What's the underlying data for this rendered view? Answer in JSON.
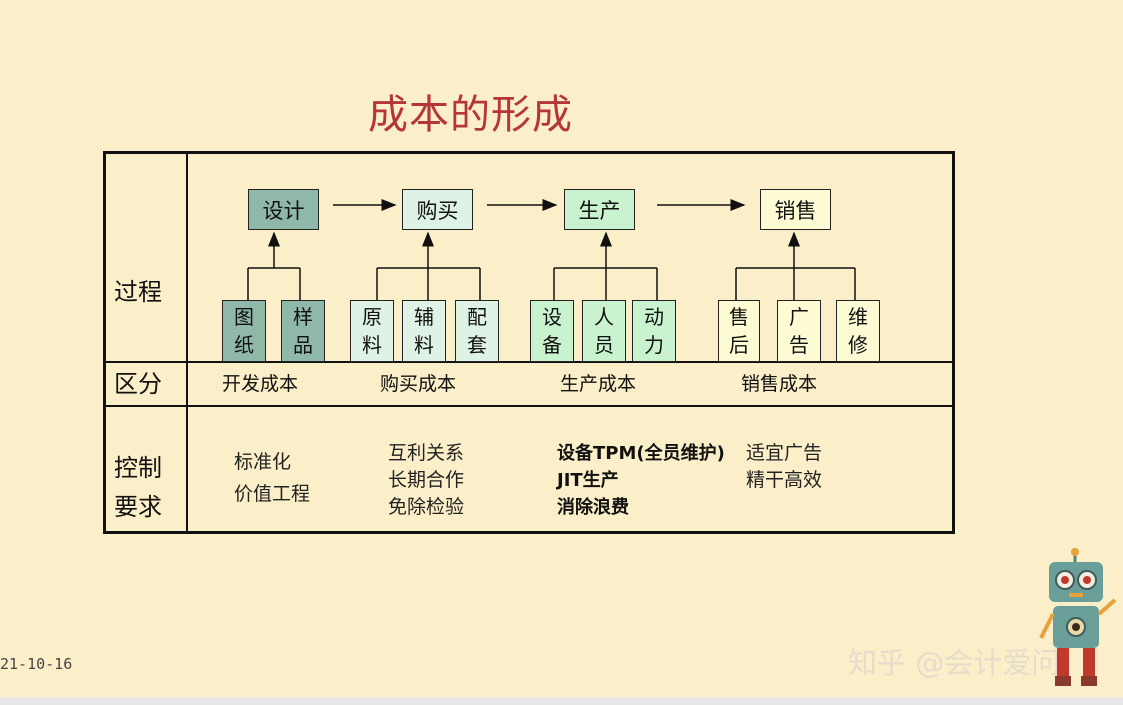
{
  "title": "成本的形成",
  "row_labels": {
    "process": "过程",
    "category": "区分",
    "control_line1": "控制",
    "control_line2": "要求"
  },
  "main_steps": [
    "设计",
    "购买",
    "生产",
    "销售"
  ],
  "sub_items": {
    "design": [
      {
        "l1": "图",
        "l2": "纸"
      },
      {
        "l1": "样",
        "l2": "品"
      }
    ],
    "purchase": [
      {
        "l1": "原",
        "l2": "料"
      },
      {
        "l1": "辅",
        "l2": "料"
      },
      {
        "l1": "配",
        "l2": "套"
      }
    ],
    "production": [
      {
        "l1": "设",
        "l2": "备"
      },
      {
        "l1": "人",
        "l2": "员"
      },
      {
        "l1": "动",
        "l2": "力"
      }
    ],
    "sales": [
      {
        "l1": "售",
        "l2": "后"
      },
      {
        "l1": "广",
        "l2": "告"
      },
      {
        "l1": "维",
        "l2": "修"
      }
    ]
  },
  "cost_types": [
    "开发成本",
    "购买成本",
    "生产成本",
    "销售成本"
  ],
  "control": {
    "design": [
      "标准化",
      "价值工程"
    ],
    "purchase": [
      "互利关系",
      "长期合作",
      "免除检验"
    ],
    "production": [
      "设备TPM(全员维护)",
      "JIT生产",
      "消除浪费"
    ],
    "sales": [
      "适宜广告",
      "精干高效"
    ]
  },
  "date": "21-10-16",
  "watermark": "知乎 @会计爱问",
  "colors": {
    "background": "#fbefc9",
    "title": "#b5363a",
    "design_fill": "#8fb8a8",
    "purchase_fill": "#dff2e6",
    "production_fill": "#c9f2cf",
    "sales_fill": "#fdfbd3"
  }
}
